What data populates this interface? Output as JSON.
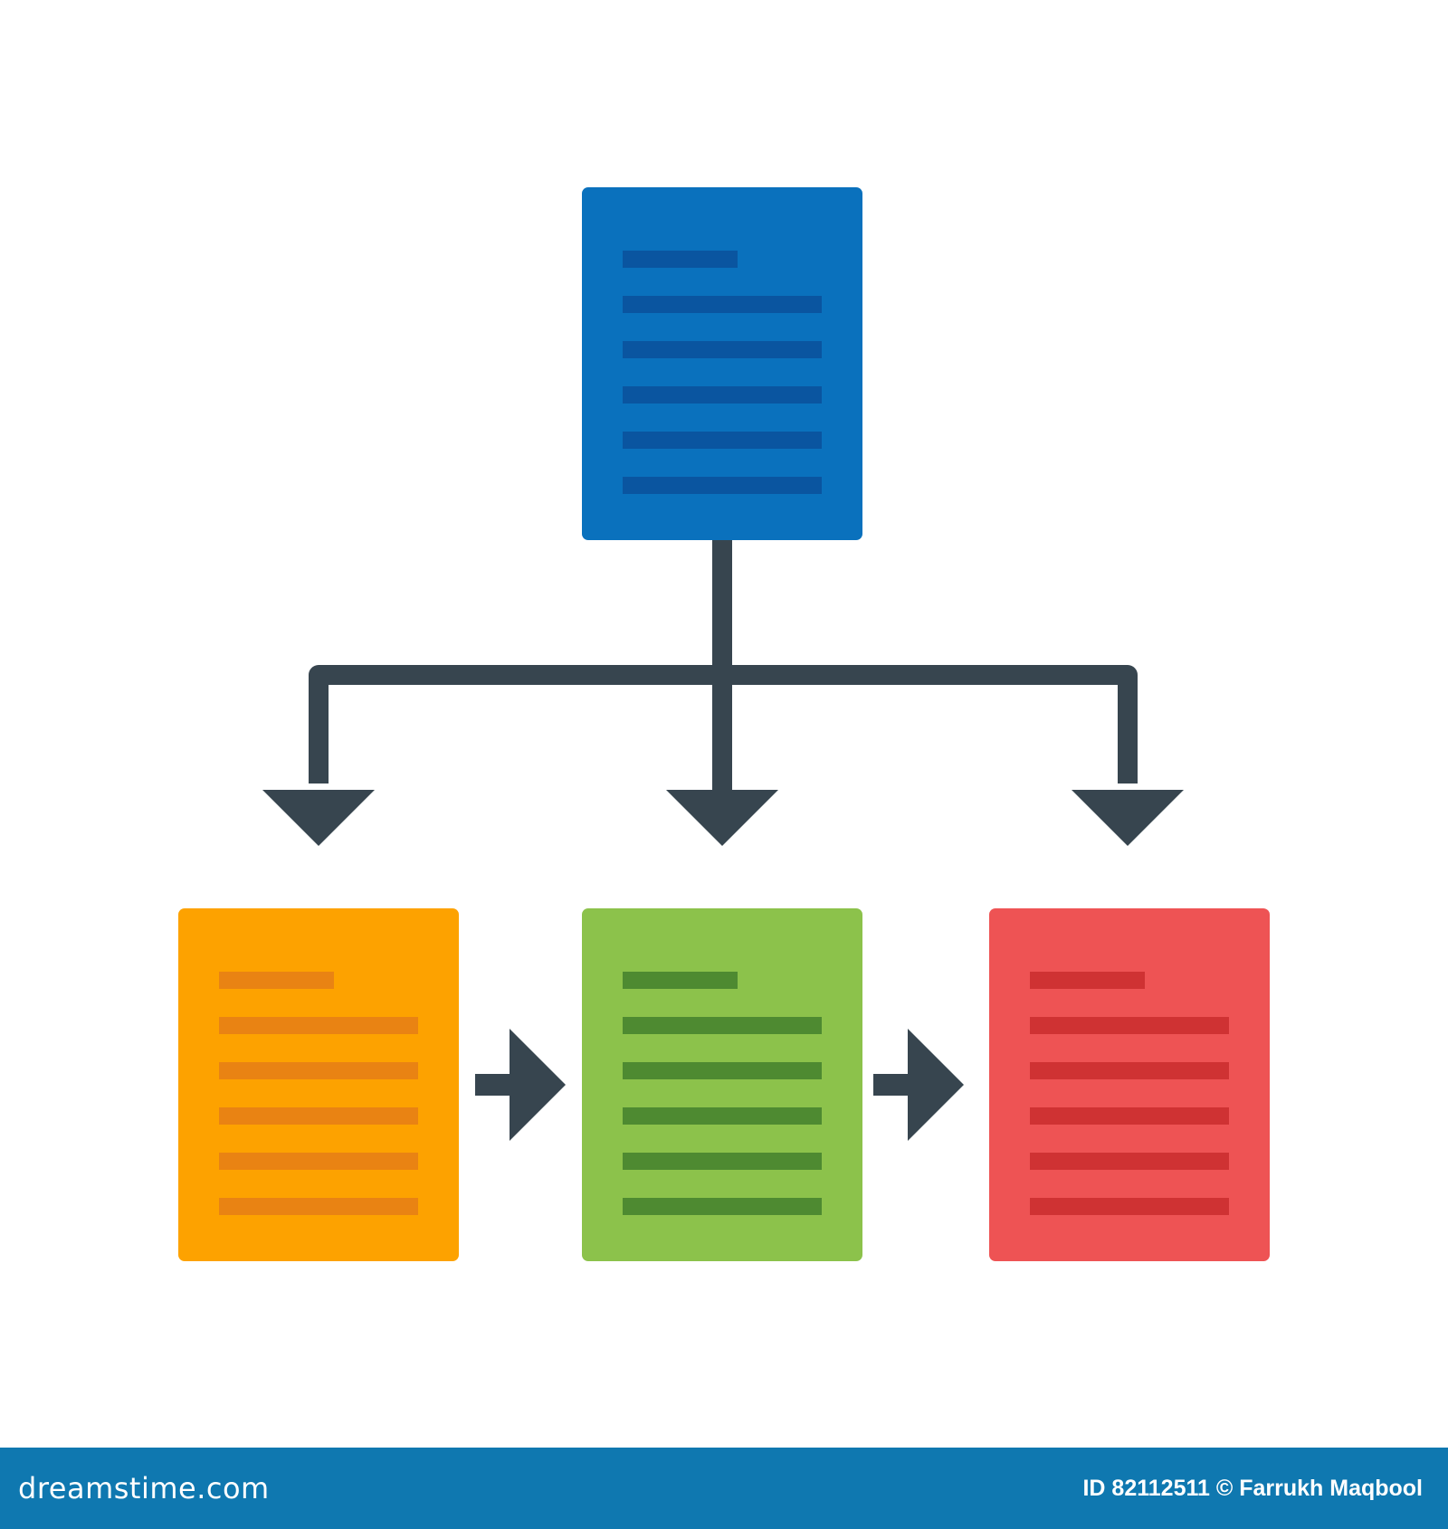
{
  "diagram": {
    "nodes": [
      {
        "id": "root-document",
        "role": "source",
        "color": "#0a71bd",
        "line_color": "#0a55a0"
      },
      {
        "id": "child-document-1",
        "role": "target",
        "color": "#fda200",
        "line_color": "#e98313"
      },
      {
        "id": "child-document-2",
        "role": "target",
        "color": "#8cc24b",
        "line_color": "#4e8a31"
      },
      {
        "id": "child-document-3",
        "role": "target",
        "color": "#ee5354",
        "line_color": "#cf3233"
      }
    ],
    "edges": [
      {
        "from": "root-document",
        "to": "child-document-1"
      },
      {
        "from": "root-document",
        "to": "child-document-2"
      },
      {
        "from": "root-document",
        "to": "child-document-3"
      },
      {
        "from": "child-document-1",
        "to": "child-document-2"
      },
      {
        "from": "child-document-2",
        "to": "child-document-3"
      }
    ],
    "connector_color": "#37454f",
    "background": "#ffffff"
  },
  "footer": {
    "site": "dreamstime.com",
    "credit": "ID 82112511 © Farrukh Maqbool",
    "background": "#0f78b0"
  }
}
